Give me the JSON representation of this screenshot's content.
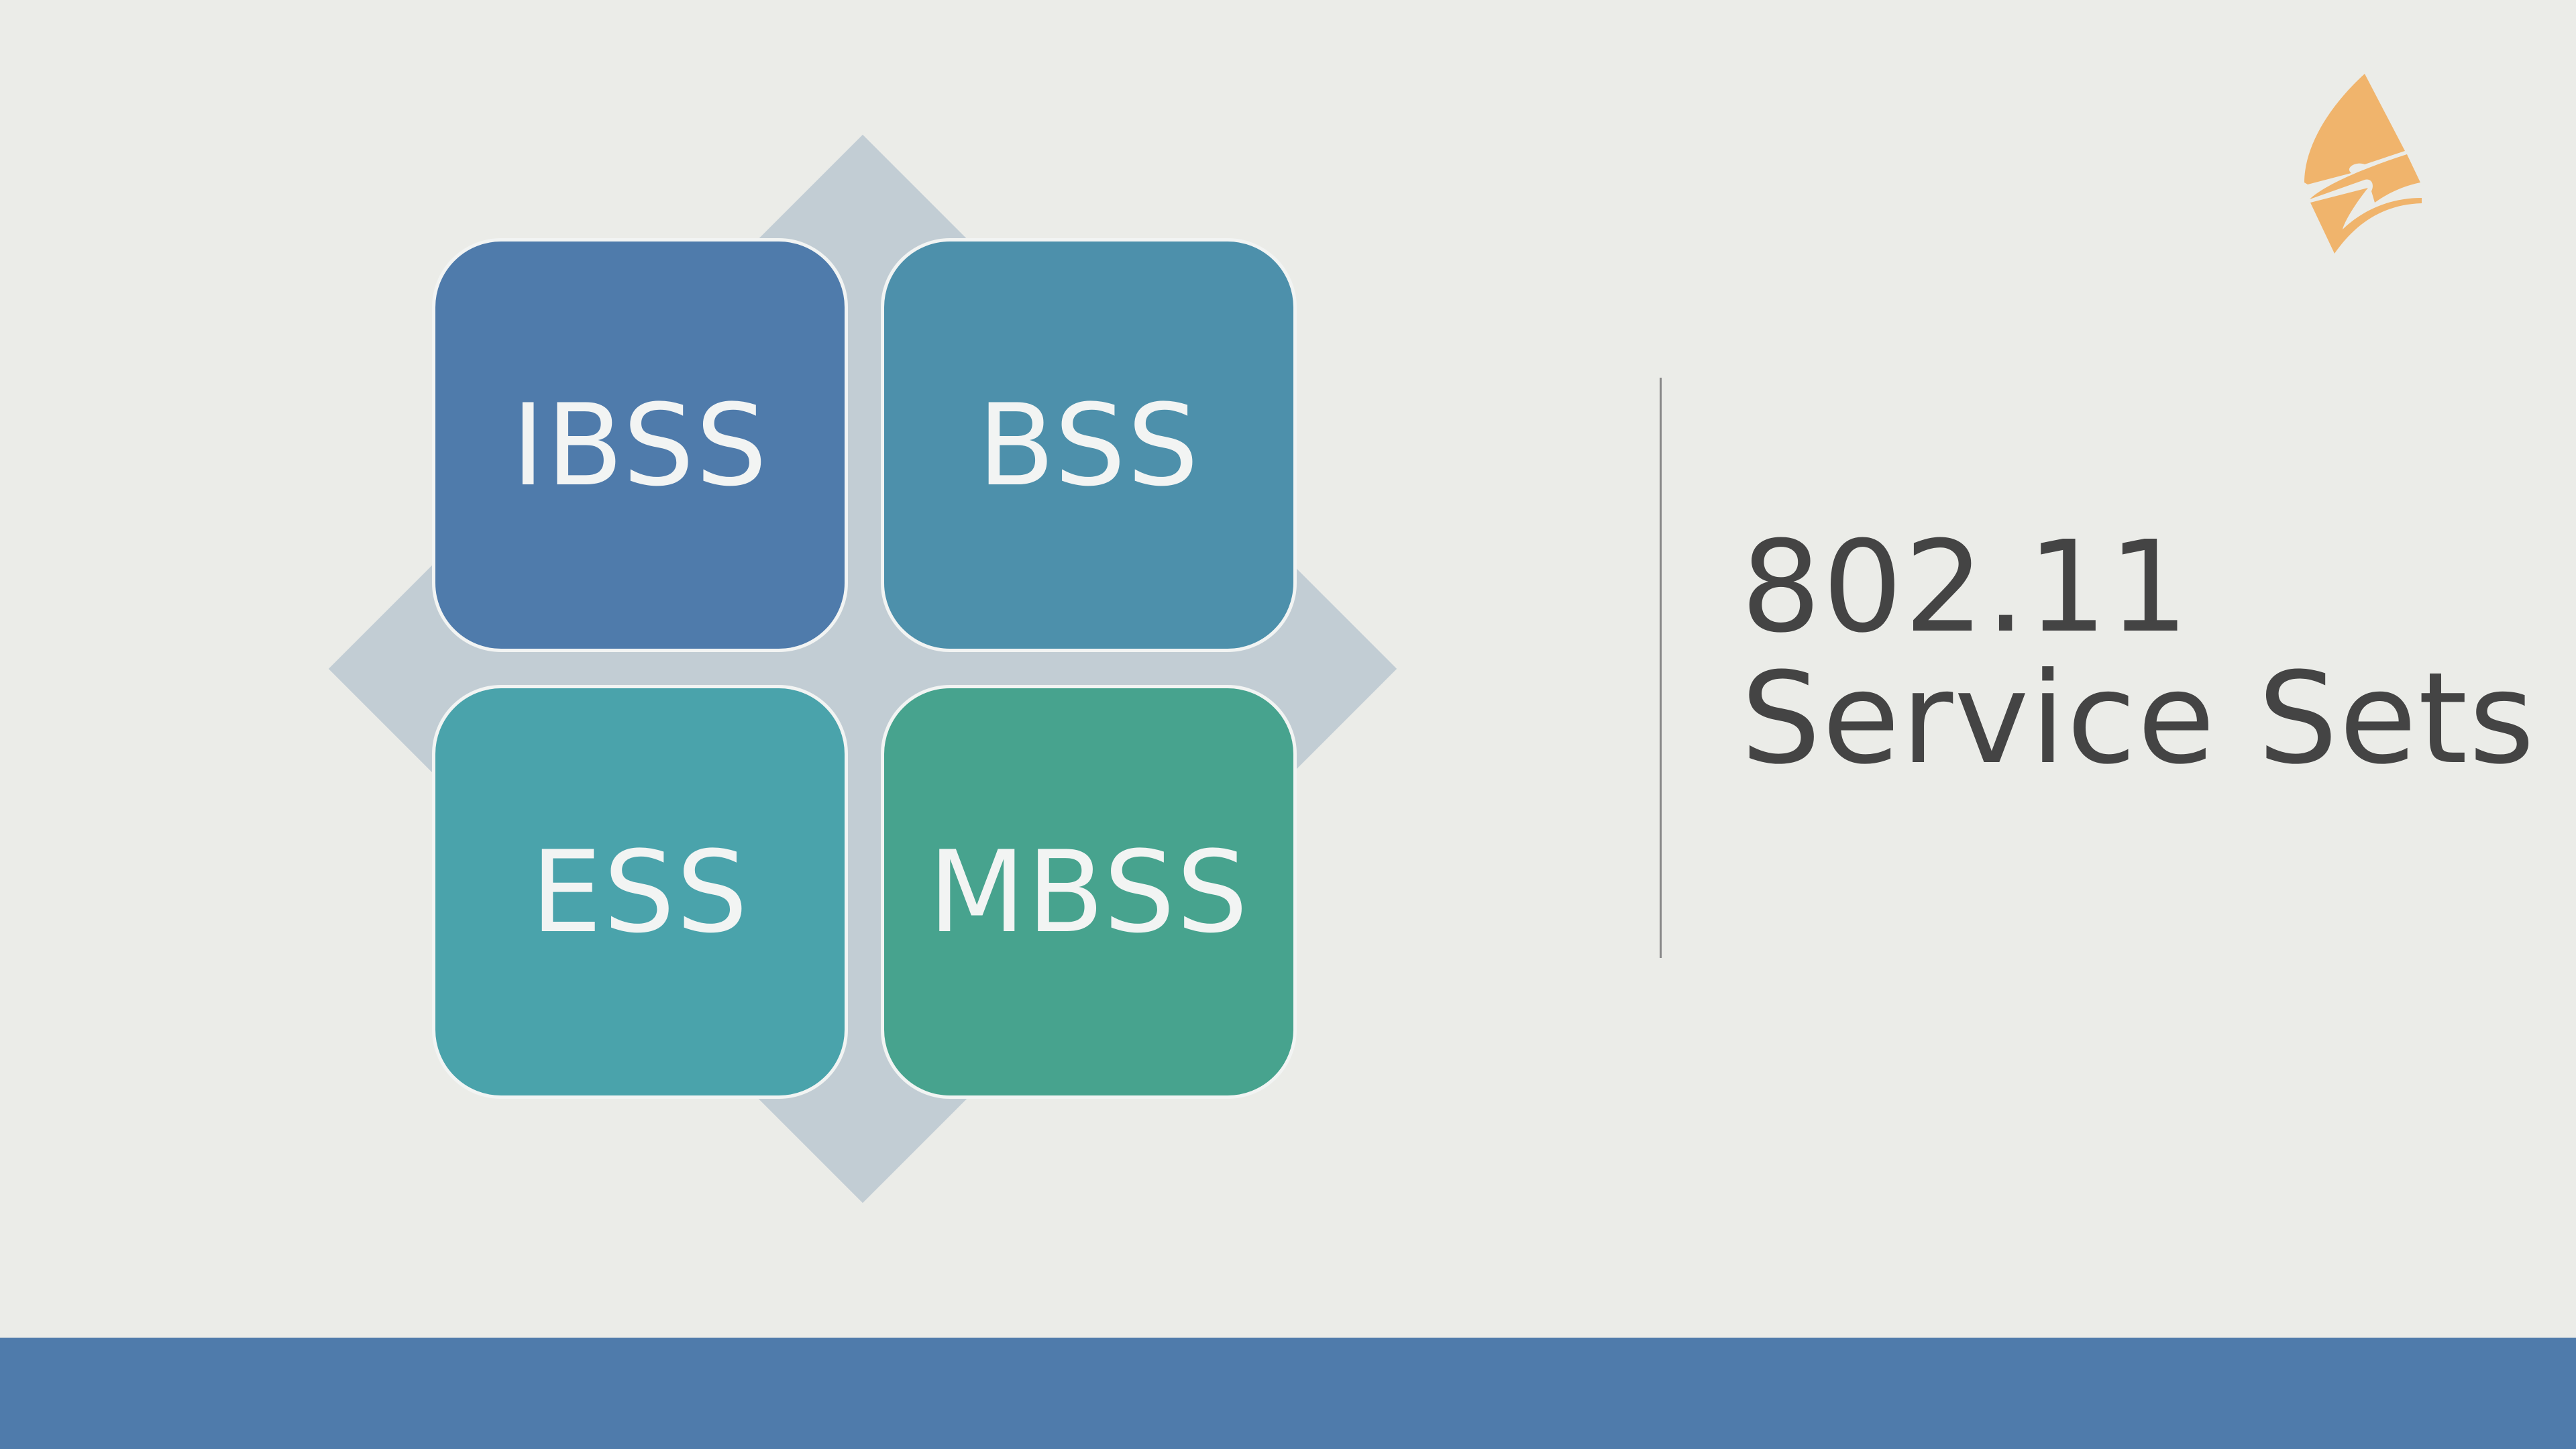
{
  "quadrants": [
    {
      "label": "IBSS",
      "color": "#4f7bab"
    },
    {
      "label": "BSS",
      "color": "#4d90ab"
    },
    {
      "label": "ESS",
      "color": "#4aa3ab"
    },
    {
      "label": "MBSS",
      "color": "#47a38e"
    }
  ],
  "title": {
    "line1": "802.11",
    "line2": "Service Sets"
  },
  "colors": {
    "background": "#ebece8",
    "bar": "#4f7bab",
    "logo": "#f0b46c"
  }
}
